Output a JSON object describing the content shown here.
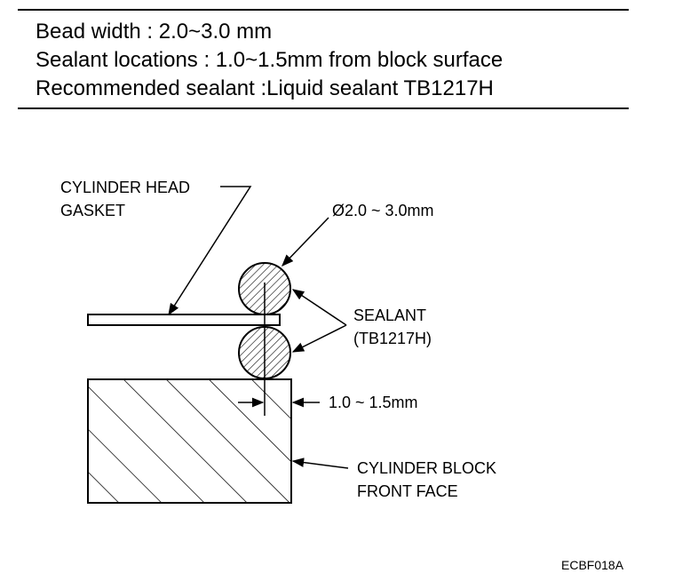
{
  "specs": {
    "bead_width": "Bead width :  2.0~3.0  mm",
    "sealant_locations": "Sealant locations :  1.0~1.5mm from block surface",
    "recommended_sealant": "Recommended sealant :Liquid sealant TB1217H"
  },
  "labels": {
    "head_gasket_line1": "CYLINDER HEAD",
    "head_gasket_line2": "GASKET",
    "bead_diameter": "Ø2.0 ~ 3.0mm",
    "sealant_line1": "SEALANT",
    "sealant_line2": "(TB1217H)",
    "offset": "1.0 ~ 1.5mm",
    "block_line1": "CYLINDER BLOCK",
    "block_line2": "FRONT FACE"
  },
  "figure_code": "ECBF018A"
}
